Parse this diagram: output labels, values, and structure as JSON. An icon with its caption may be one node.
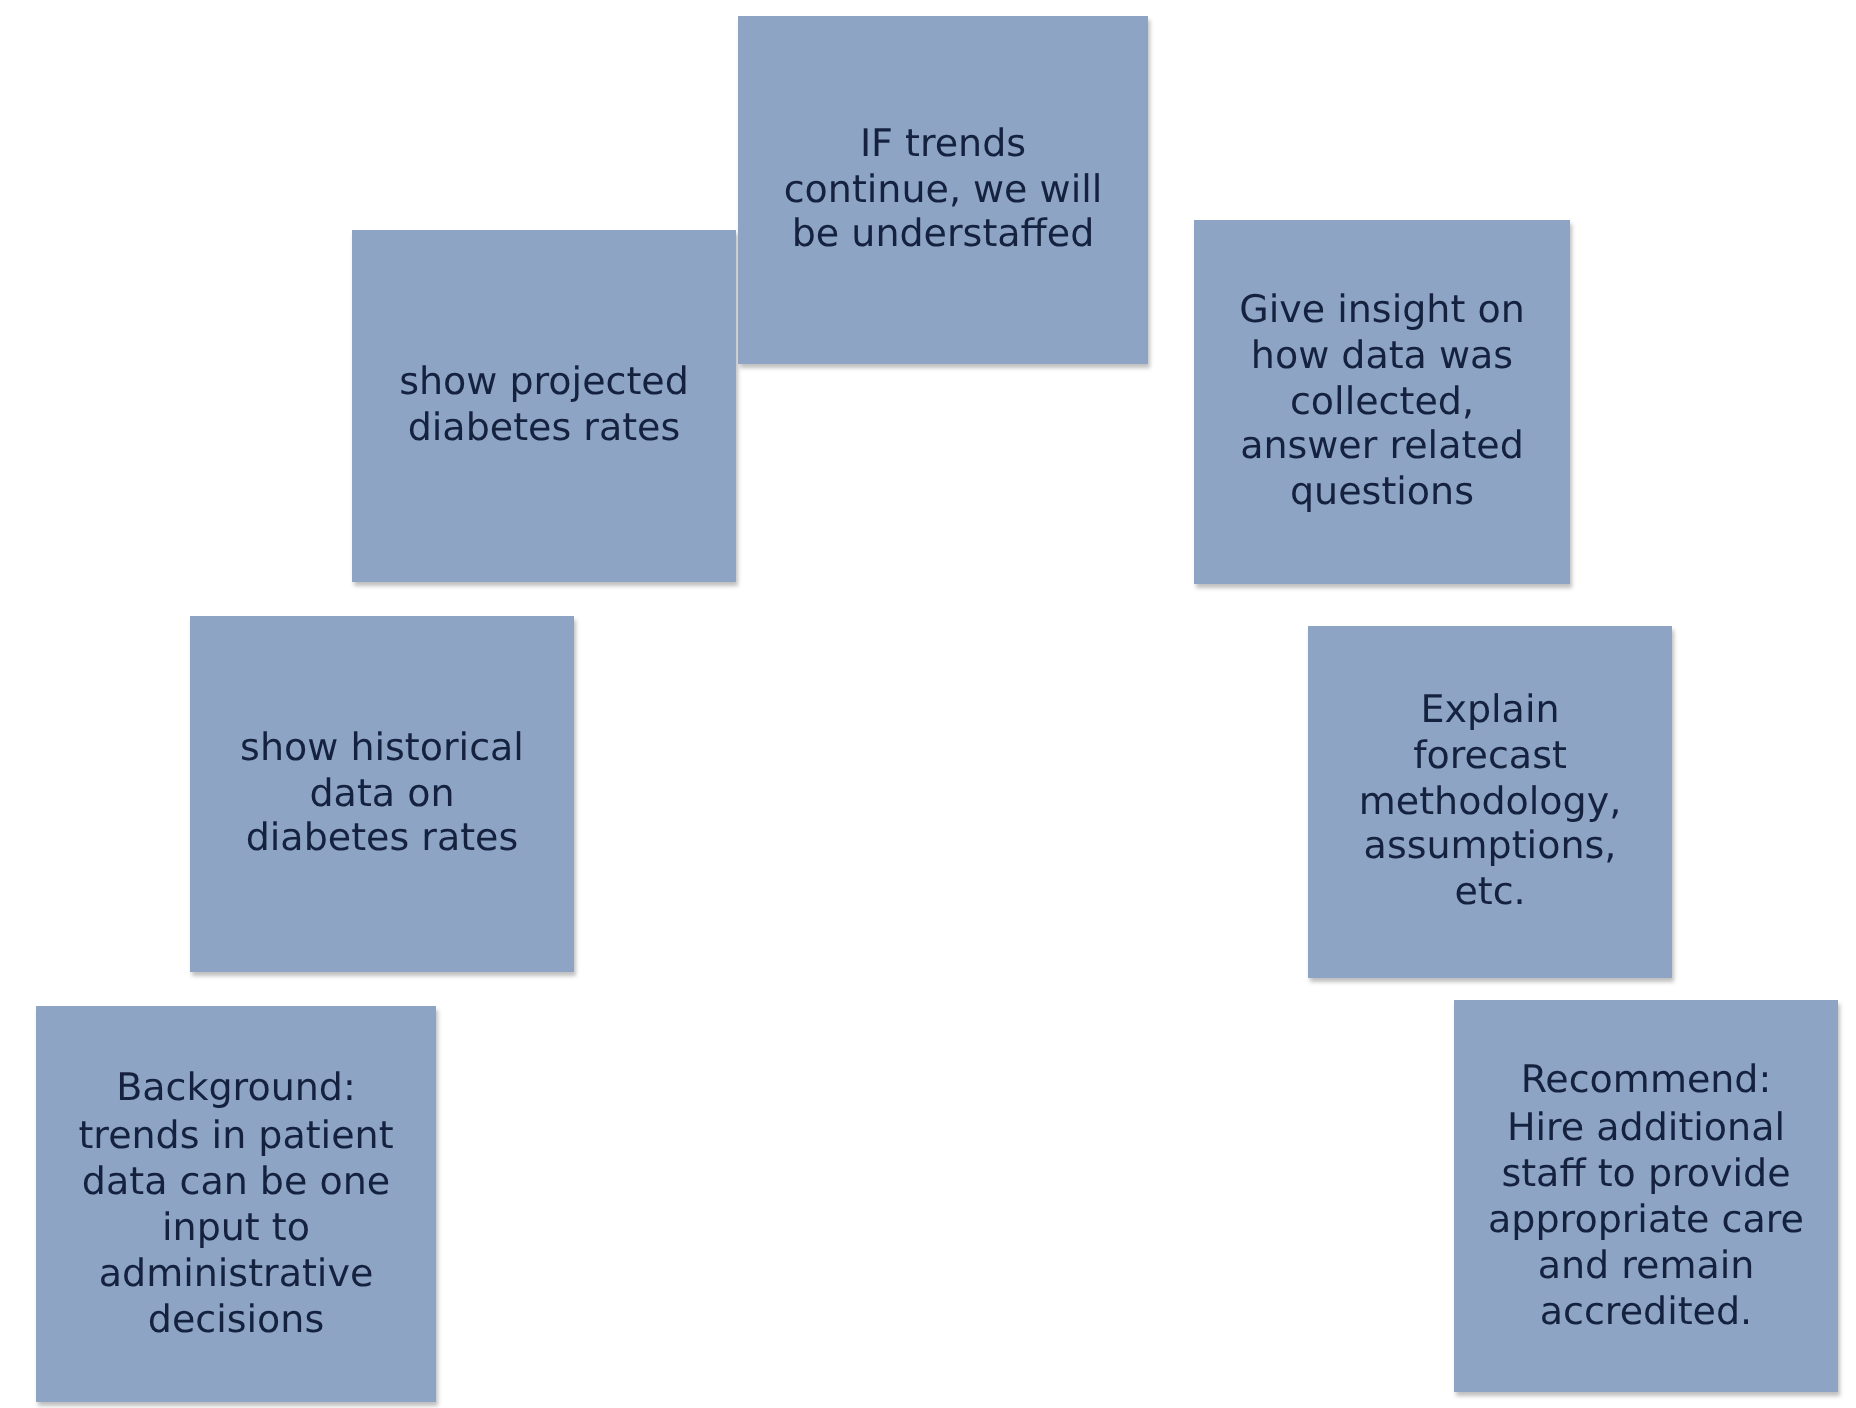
{
  "diagram": {
    "nodes": [
      {
        "text": [
          "Background:",
          "trends in patient data can be one input to administrative decisions"
        ]
      },
      {
        "text": [
          "show historical data on diabetes rates"
        ]
      },
      {
        "text": [
          "show projected diabetes rates"
        ]
      },
      {
        "text": [
          "IF trends continue, we will be understaffed"
        ]
      },
      {
        "text": [
          "Give insight on how data was collected, answer related questions"
        ]
      },
      {
        "text": [
          "Explain forecast methodology, assumptions, etc."
        ]
      },
      {
        "text": [
          "Recommend:",
          "Hire additional staff to provide appropriate care and remain accredited."
        ]
      }
    ]
  }
}
